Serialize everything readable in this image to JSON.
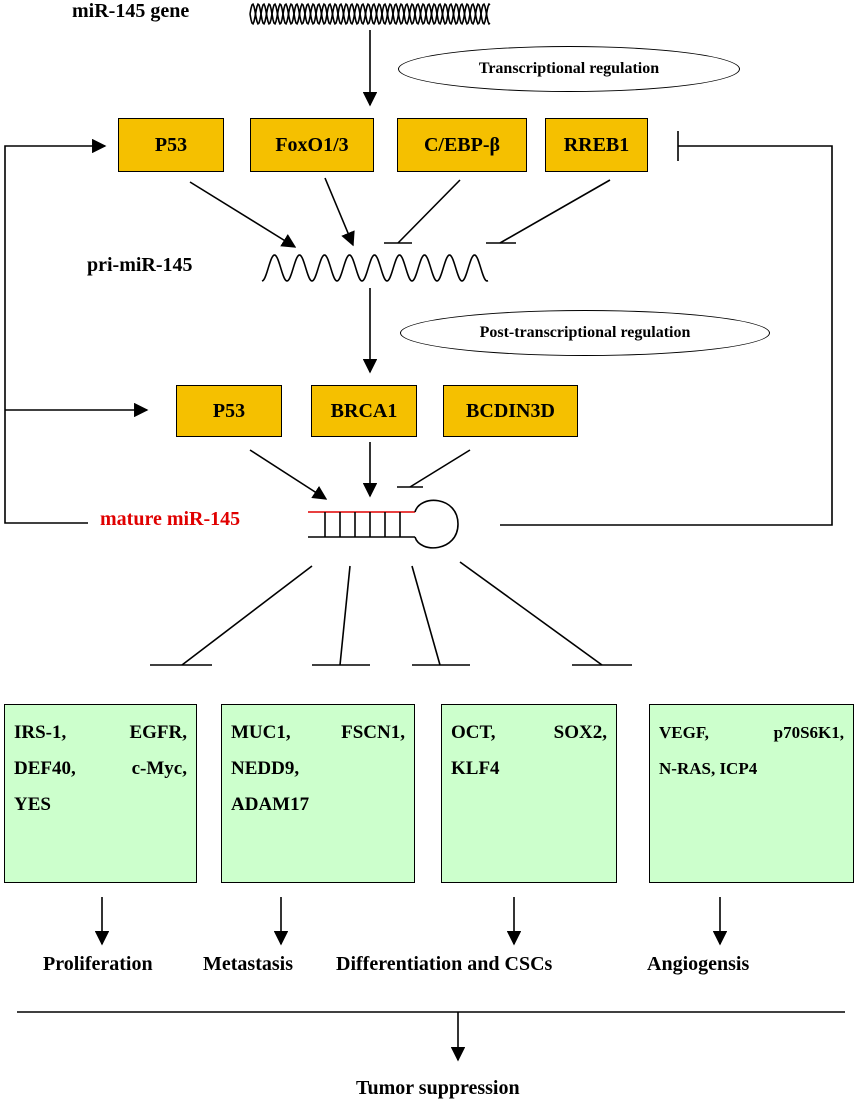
{
  "gene_label": "miR-145 gene",
  "pri_label": "pri-miR-145",
  "mature_label": "mature miR-145",
  "mature_color": "#e00000",
  "transcriptional_label": "Transcriptional regulation",
  "post_transcriptional_label": "Post-transcriptional regulation",
  "transcription_factors": [
    "P53",
    "FoxO1/3",
    "C/EBP-β",
    "RREB1"
  ],
  "processing_factors": [
    "P53",
    "BRCA1",
    "BCDIN3D"
  ],
  "target_groups": [
    {
      "rows": [
        [
          "IRS-1,",
          "EGFR,"
        ],
        [
          "DEF40,",
          "c-Myc,"
        ],
        [
          "YES"
        ]
      ]
    },
    {
      "rows": [
        [
          "MUC1,",
          "FSCN1,"
        ],
        [
          "NEDD9,"
        ],
        [
          "ADAM17"
        ]
      ]
    },
    {
      "rows": [
        [
          "OCT,",
          "SOX2,"
        ],
        [
          "KLF4"
        ]
      ]
    },
    {
      "rows": [
        [
          "VEGF,",
          "p70S6K1,"
        ],
        [
          "N-RAS, ICP4"
        ]
      ]
    }
  ],
  "outcomes": [
    "Proliferation",
    "Metastasis",
    "Differentiation and CSCs",
    "Angiogensis"
  ],
  "final_outcome": "Tumor suppression",
  "colors": {
    "factor_box": "#f5c000",
    "target_box": "#ccffcc"
  }
}
